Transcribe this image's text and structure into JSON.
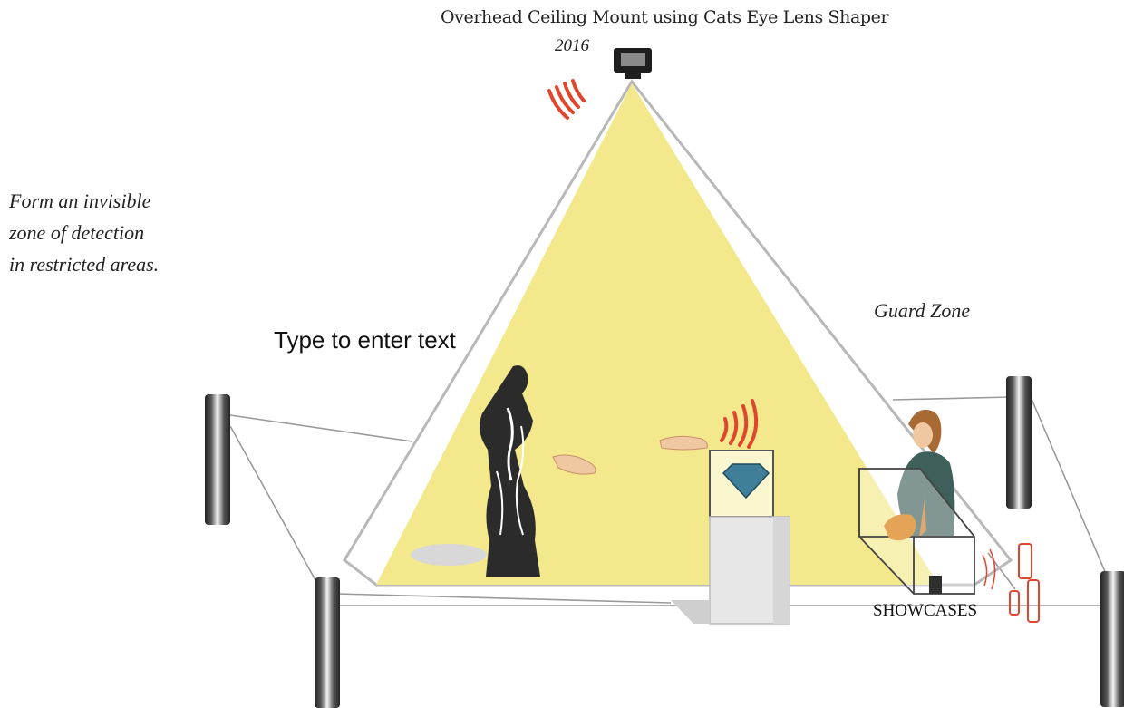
{
  "title": "Overhead Ceiling Mount using  Cats Eye Lens Shaper",
  "year": "2016",
  "note_lines": [
    "Form an invisible",
    "zone of detection",
    "in restricted areas."
  ],
  "guard_zone": "Guard Zone",
  "text_placeholder": "Type to enter text",
  "showcases": "SHOWCASES",
  "colors": {
    "zone_fill": "#f3e88b",
    "signal": "#e0462e",
    "outline": "#b8b8b8",
    "sensor": "#1f1f1f",
    "glass_blue": "#3f7f9a"
  }
}
